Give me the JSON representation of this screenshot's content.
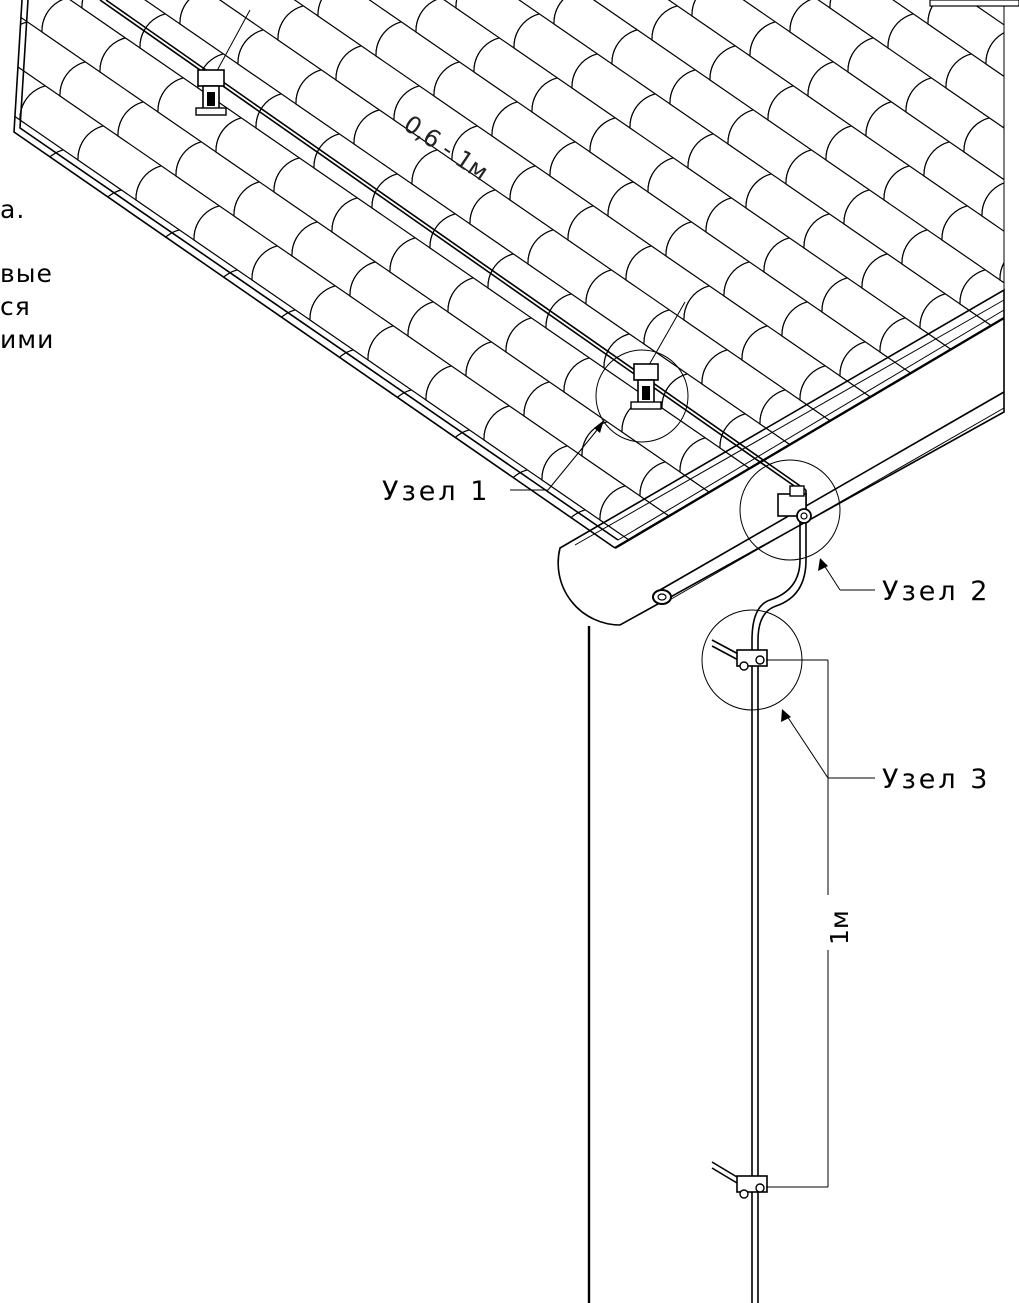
{
  "side_note_fragments": [
    "а.",
    "вые",
    "ся",
    "ими"
  ],
  "callouts": {
    "node1": "Узел 1",
    "node2": "Узел 2",
    "node3": "Узел 3"
  },
  "spacing_labels": {
    "roof_holder_spacing": "0,6 - 1м",
    "downconductor_clip_spacing": "1м"
  }
}
